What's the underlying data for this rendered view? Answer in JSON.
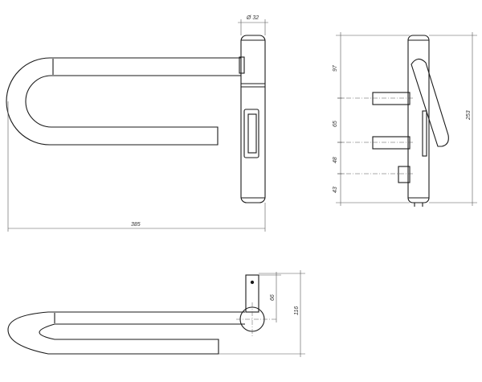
{
  "colors": {
    "line": "#1a1a1a",
    "dim": "#555555",
    "background": "#ffffff"
  },
  "front_view": {
    "overall_width": "385",
    "tube_diameter": "Ø 32"
  },
  "side_view": {
    "overall_height": "253",
    "spacing_top": "97",
    "spacing_middle": "65",
    "spacing_lower": "48",
    "spacing_bottom": "43"
  },
  "top_view": {
    "offset": "66",
    "overall_depth": "116"
  }
}
